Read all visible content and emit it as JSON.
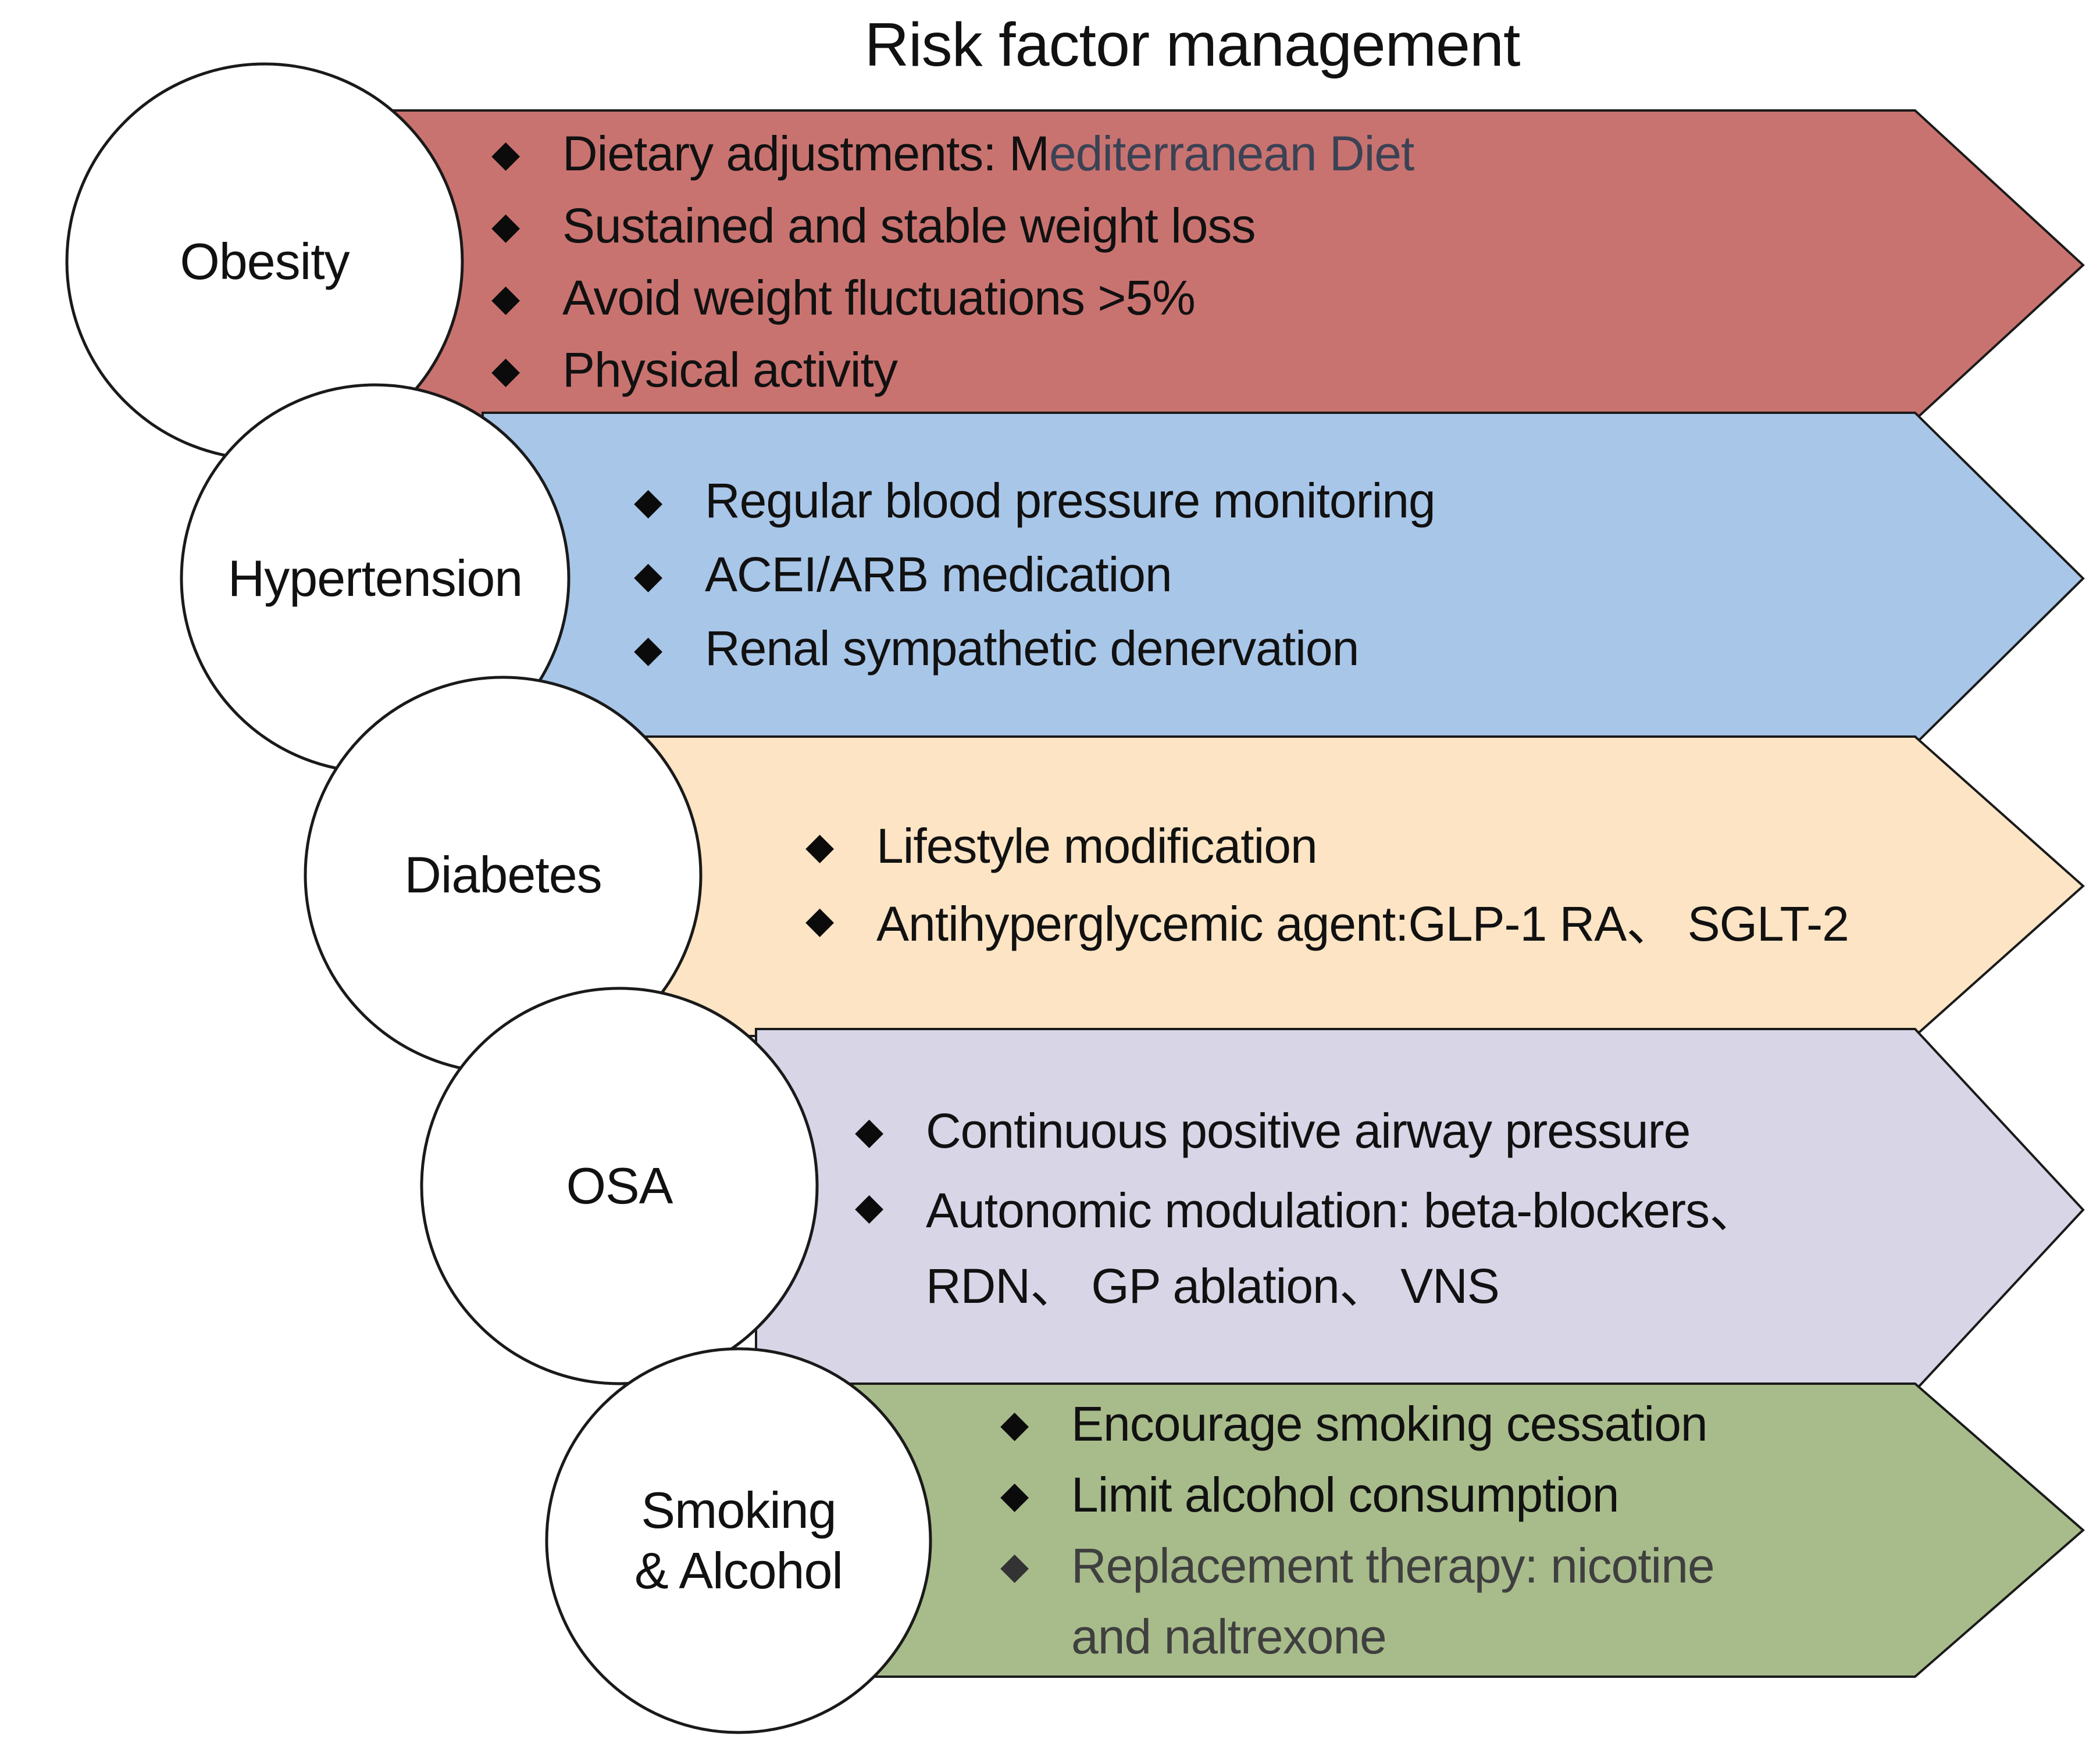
{
  "meta": {
    "bullet_glyph": "◆"
  },
  "title": "Risk factor management",
  "colors": {
    "obesity_banner": "#c97370",
    "hypertension_banner": "#a8c6e8",
    "diabetes_banner": "#fce4c4",
    "osa_banner": "#d8d5e7",
    "smoking_banner": "#a8bc8b",
    "circle_fill": "#ffffff",
    "outline": "#1a1a1a",
    "text": "#111111",
    "accent_text": "#3b4254",
    "muted_text": "#3f3f3f"
  },
  "banners": [
    {
      "circle_label": "Obesity",
      "items": [
        {
          "text": "Dietary adjustments: M",
          "text_accent": "editerranean Diet"
        },
        {
          "text": "Sustained and stable weight loss"
        },
        {
          "text": "Avoid weight fluctuations >5%"
        },
        {
          "text": "Physical activity"
        }
      ]
    },
    {
      "circle_label": "Hypertension",
      "items": [
        {
          "text": "Regular blood pressure monitoring"
        },
        {
          "text": "ACEI/ARB medication"
        },
        {
          "text": "Renal sympathetic denervation"
        }
      ]
    },
    {
      "circle_label": "Diabetes",
      "items": [
        {
          "text": "Lifestyle modification"
        },
        {
          "text": "Antihyperglycemic agent:GLP-1 RA、 SGLT-2"
        }
      ]
    },
    {
      "circle_label": "OSA",
      "items": [
        {
          "text": "Continuous positive airway pressure"
        },
        {
          "text": "Autonomic modulation: beta-blockers、"
        },
        {
          "text": "RDN、 GP ablation、 VNS"
        }
      ]
    },
    {
      "circle_label": "Smoking",
      "circle_label2": "& Alcohol",
      "items": [
        {
          "text": "Encourage smoking cessation"
        },
        {
          "text": "Limit alcohol consumption"
        },
        {
          "text": "Replacement therapy: nicotine"
        },
        {
          "text": "and naltrexone"
        }
      ]
    }
  ]
}
